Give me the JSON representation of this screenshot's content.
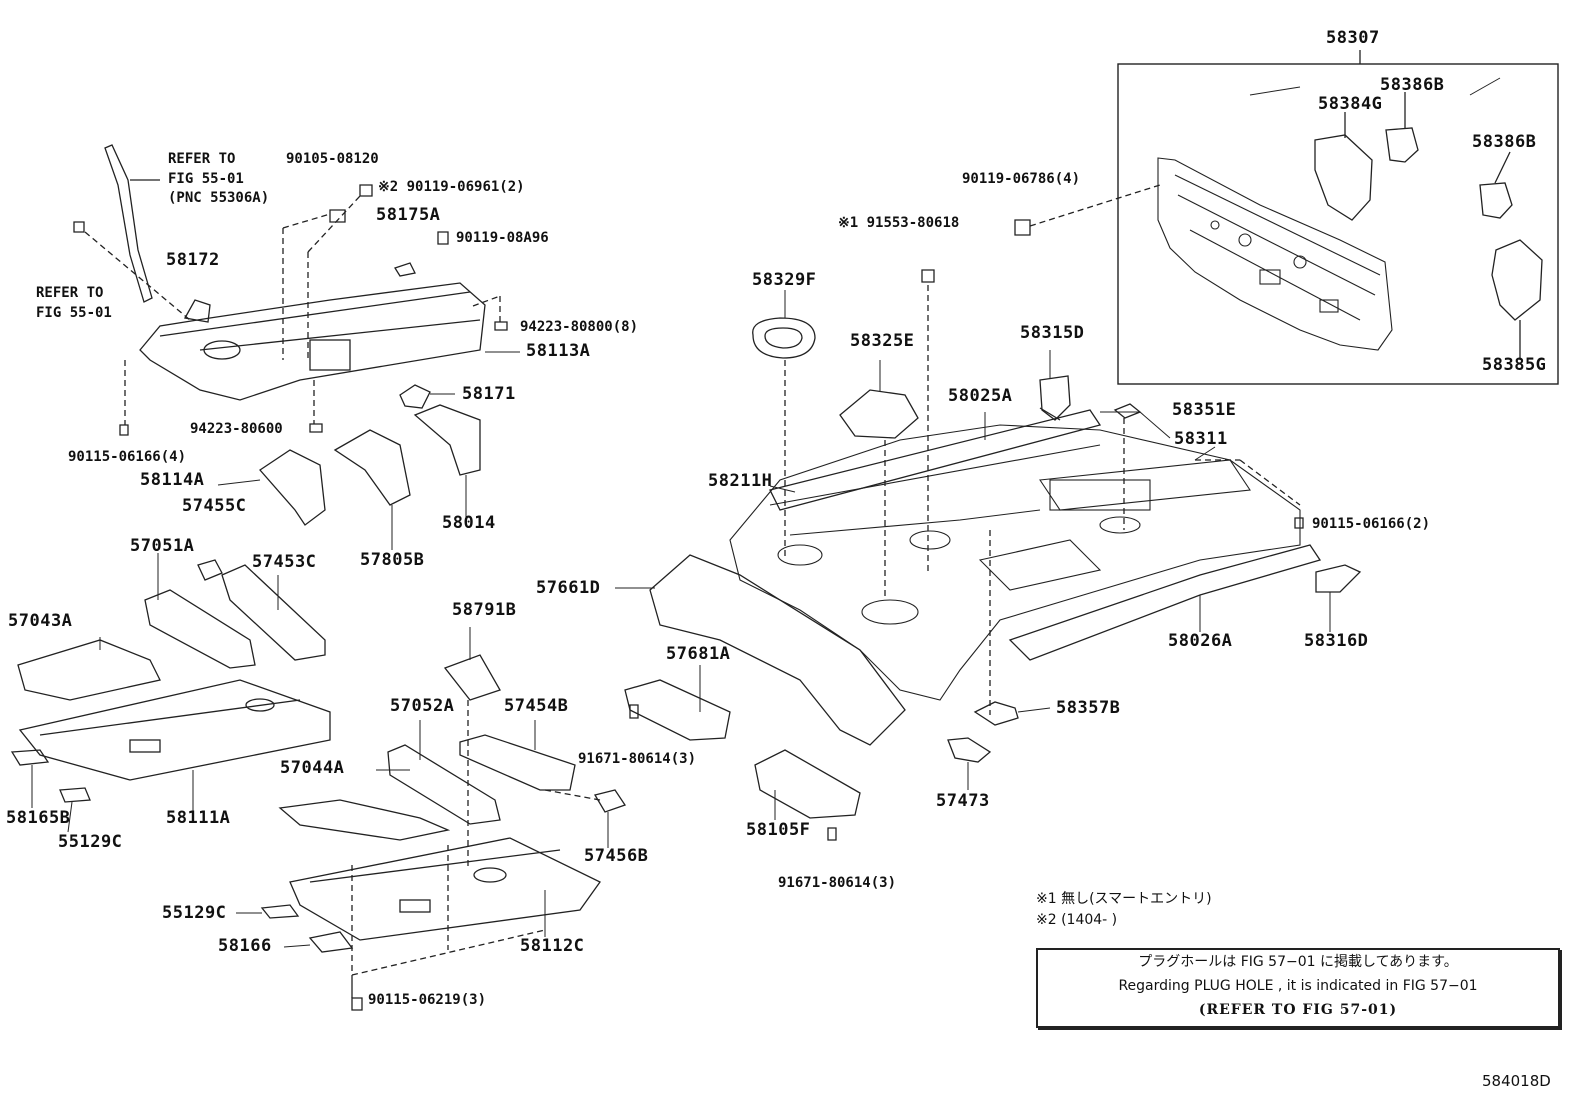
{
  "labels": {
    "p58307": "58307",
    "p58386B_a": "58386B",
    "p58384G": "58384G",
    "p58386B_b": "58386B",
    "p58385G": "58385G",
    "p90119_06786": "90119-06786(4)",
    "p91553": "※1 91553-80618",
    "p58329F": "58329F",
    "p58325E": "58325E",
    "p58315D": "58315D",
    "p58025A": "58025A",
    "p58351E": "58351E",
    "p58311": "58311",
    "p58211H": "58211H",
    "p90115_06166_2": "90115-06166(2)",
    "p57661D": "57661D",
    "p58316D": "58316D",
    "p58026A": "58026A",
    "p57681A": "57681A",
    "p91671_a": "91671-80614(3)",
    "p58357B": "58357B",
    "p57473": "57473",
    "p58105F": "58105F",
    "p91671_b": "91671-80614(3)",
    "p90105": "90105-08120",
    "p90119_06961": "※2 90119-06961(2)",
    "p58175A": "58175A",
    "p90119_08A96": "90119-08A96",
    "p58172": "58172",
    "p94223_80800": "94223-80800(8)",
    "p58113A": "58113A",
    "p58171": "58171",
    "p94223_80600": "94223-80600",
    "p90115_06166_4": "90115-06166(4)",
    "p58114A": "58114A",
    "p57455C": "57455C",
    "p57805B": "57805B",
    "p58014": "58014",
    "p57051A": "57051A",
    "p57453C": "57453C",
    "p57043A": "57043A",
    "p58791B": "58791B",
    "p57052A": "57052A",
    "p57454B": "57454B",
    "p57044A": "57044A",
    "p58165B": "58165B",
    "p55129C_a": "55129C",
    "p58111A": "58111A",
    "p57456B": "57456B",
    "p55129C_b": "55129C",
    "p58166": "58166",
    "p58112C": "58112C",
    "p90115_06219": "90115-06219(3)"
  },
  "refs": {
    "refer_a": "REFER TO\nFIG 55-01\n(PNC 55306A)",
    "refer_b": "REFER TO\nFIG 55-01"
  },
  "notes": {
    "note1": "※1 無し(スマートエントリ)",
    "note2": "※2 (1404-      )"
  },
  "info_box": {
    "line_jp": "プラグホールは FIG 57−01 に掲載してあります。",
    "line_en": "Regarding  PLUG  HOLE , it is indicated in  FIG  57−01",
    "line_ref": "(REFER TO FIG 57-01)"
  },
  "figure_id": "584018D"
}
